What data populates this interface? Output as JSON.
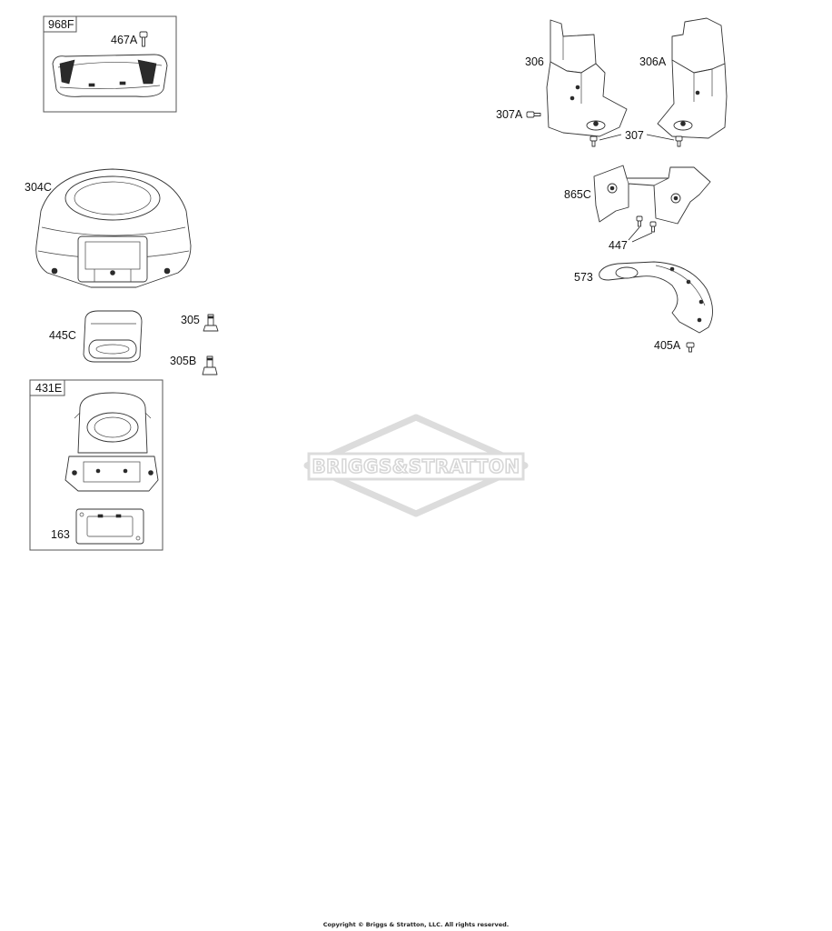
{
  "watermark": {
    "text": "BRIGGS&STRATTON"
  },
  "copyright": "Copyright © Briggs & Stratton, LLC. All rights reserved.",
  "boxes": {
    "kit_968f": "968F",
    "kit_431e": "431E"
  },
  "labels": {
    "p467a": "467A",
    "p304c": "304C",
    "p445c": "445C",
    "p305": "305",
    "p305b": "305B",
    "p163": "163",
    "p306": "306",
    "p306a": "306A",
    "p307a": "307A",
    "p307": "307",
    "p865c": "865C",
    "p447": "447",
    "p573": "573",
    "p405a": "405A"
  }
}
